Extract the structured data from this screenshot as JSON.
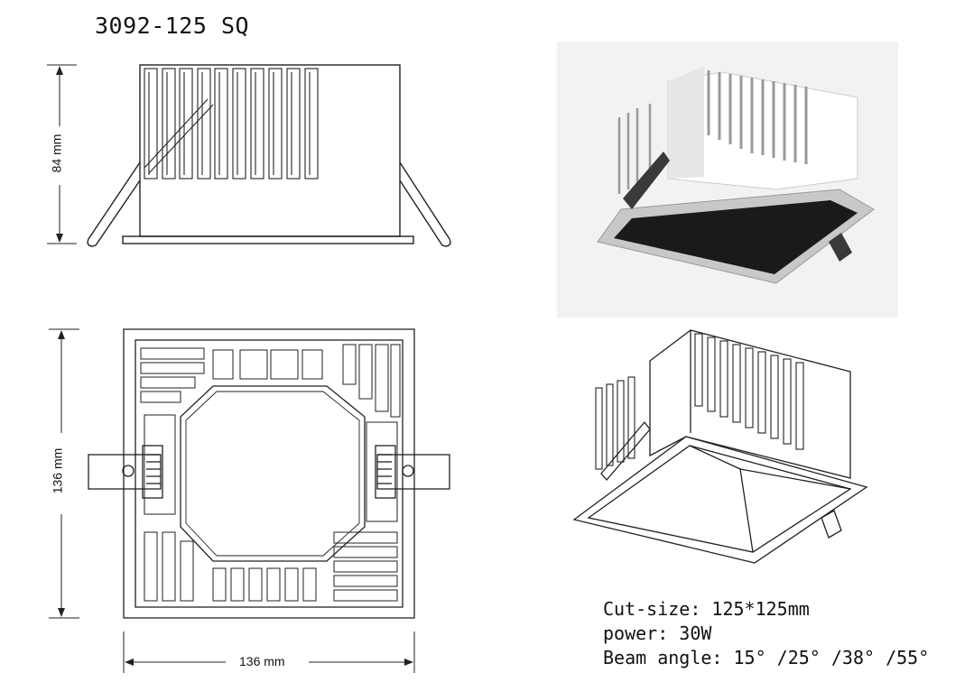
{
  "title": "3092-125 SQ",
  "dimensions": {
    "height": "84 mm",
    "side": "136 mm",
    "width": "136 mm"
  },
  "specs": {
    "cut_size": "Cut-size: 125*125mm",
    "power": "power: 30W",
    "beam_angle": "Beam angle: 15° /25° /38° /55°"
  },
  "colors": {
    "line": "#222222",
    "photo_bg": "#f2f2f2",
    "housing": "#ffffff",
    "reflector": "#1a1a1a"
  }
}
